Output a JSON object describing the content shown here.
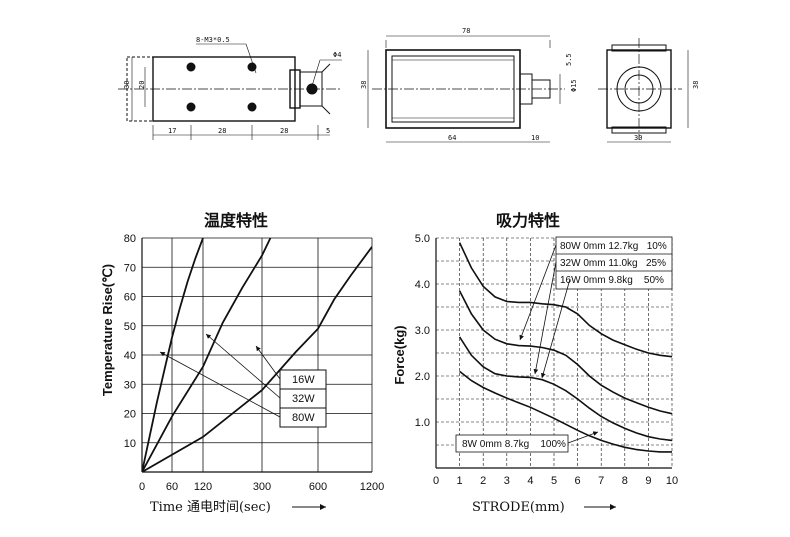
{
  "drawing": {
    "side_view": {
      "callout": "8-M3*0.5",
      "shaft_dia": "Φ4",
      "height": "30",
      "inner_height": "20",
      "dim_a": "17",
      "dim_b": "28",
      "dim_c": "28",
      "dim_d": "5"
    },
    "front_view": {
      "total_len": "78",
      "body_len": "64",
      "height": "38",
      "stroke_len": "10",
      "flange": "5.5",
      "plunger_dia": "Φ15"
    },
    "end_view": {
      "width": "30",
      "height": "38"
    }
  },
  "chart_data": [
    {
      "type": "line",
      "title": "温度特性",
      "xlabel": "Time 通电时间(sec)",
      "ylabel": "Temperature Rise(℃)",
      "x_ticks": [
        "0",
        "60",
        "120",
        "300",
        "600",
        "1200"
      ],
      "y_ticks": [
        "10",
        "20",
        "30",
        "40",
        "50",
        "60",
        "70",
        "80"
      ],
      "xlim": [
        0,
        1200
      ],
      "ylim": [
        0,
        80
      ],
      "legend": [
        "16W",
        "32W",
        "80W"
      ],
      "series": [
        {
          "name": "80W",
          "x": [
            0,
            15,
            30,
            45,
            60,
            75,
            90,
            105,
            120
          ],
          "y": [
            0,
            12,
            24,
            35,
            46,
            56,
            65,
            73,
            80
          ]
        },
        {
          "name": "32W",
          "x": [
            0,
            60,
            120,
            180,
            240,
            300,
            360
          ],
          "y": [
            0,
            19,
            36,
            51,
            63,
            74,
            82
          ]
        },
        {
          "name": "16W",
          "x": [
            0,
            120,
            300,
            480,
            600,
            780,
            960,
            1200
          ],
          "y": [
            0,
            12,
            28,
            41,
            49,
            59,
            67,
            77
          ]
        }
      ]
    },
    {
      "type": "line",
      "title": "吸力特性",
      "xlabel": "STRODE(mm)",
      "ylabel": "Force(kg)",
      "x_ticks": [
        "0",
        "1",
        "2",
        "3",
        "4",
        "5",
        "6",
        "7",
        "8",
        "9",
        "10"
      ],
      "y_ticks": [
        "1.0",
        "2.0",
        "3.0",
        "4.0",
        "5.0"
      ],
      "xlim": [
        0,
        10
      ],
      "ylim": [
        0,
        5
      ],
      "legend": [
        "80W 0mm 12.7kg   10%",
        "32W 0mm 11.0kg   25%",
        "16W 0mm 9.8kg    50%",
        "8W 0mm 8.7kg    100%"
      ],
      "series": [
        {
          "name": "80W",
          "x": [
            1,
            1.5,
            2,
            2.5,
            3,
            3.5,
            4,
            4.5,
            5,
            5.5,
            6,
            6.5,
            7,
            7.5,
            8,
            8.5,
            9,
            9.5,
            10
          ],
          "y": [
            4.9,
            4.35,
            3.95,
            3.72,
            3.62,
            3.6,
            3.6,
            3.57,
            3.55,
            3.5,
            3.35,
            3.1,
            2.92,
            2.78,
            2.68,
            2.58,
            2.5,
            2.45,
            2.42
          ]
        },
        {
          "name": "32W",
          "x": [
            1,
            1.5,
            2,
            2.5,
            3,
            3.5,
            4,
            4.5,
            5,
            5.5,
            6,
            6.5,
            7,
            7.5,
            8,
            8.5,
            9,
            9.5,
            10
          ],
          "y": [
            3.85,
            3.35,
            3.0,
            2.8,
            2.7,
            2.66,
            2.65,
            2.62,
            2.56,
            2.45,
            2.25,
            2.0,
            1.8,
            1.65,
            1.52,
            1.42,
            1.32,
            1.24,
            1.18
          ]
        },
        {
          "name": "16W",
          "x": [
            1,
            1.5,
            2,
            2.5,
            3,
            3.5,
            4,
            4.5,
            5,
            5.5,
            6,
            6.5,
            7,
            7.5,
            8,
            8.5,
            9,
            9.5,
            10
          ],
          "y": [
            2.85,
            2.45,
            2.2,
            2.05,
            2.0,
            1.98,
            1.97,
            1.92,
            1.82,
            1.68,
            1.5,
            1.3,
            1.12,
            0.98,
            0.86,
            0.76,
            0.68,
            0.63,
            0.6
          ]
        },
        {
          "name": "8W",
          "x": [
            1,
            1.5,
            2,
            2.5,
            3,
            3.5,
            4,
            4.5,
            5,
            5.5,
            6,
            6.5,
            7,
            7.5,
            8,
            8.5,
            9,
            9.5,
            10
          ],
          "y": [
            2.1,
            1.9,
            1.75,
            1.63,
            1.52,
            1.42,
            1.32,
            1.2,
            1.08,
            0.95,
            0.82,
            0.7,
            0.6,
            0.52,
            0.45,
            0.4,
            0.37,
            0.35,
            0.35
          ]
        }
      ]
    }
  ]
}
